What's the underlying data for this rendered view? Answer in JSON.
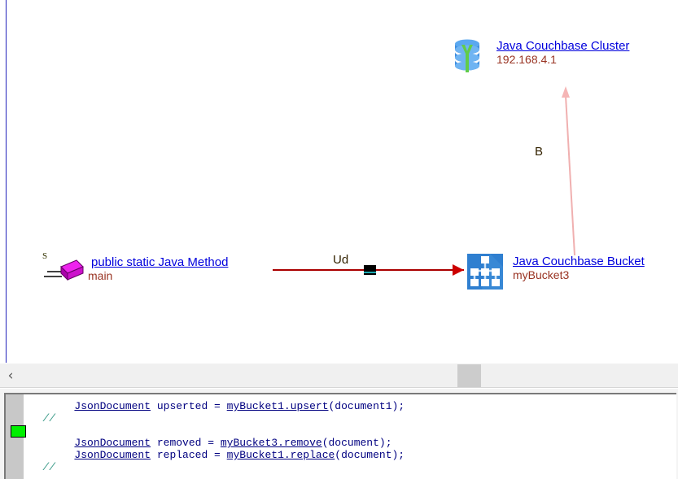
{
  "diagram": {
    "nodes": [
      {
        "id": "cluster",
        "icon": "database-cluster-icon",
        "title": "Java Couchbase Cluster",
        "subtitle": "192.168.4.1"
      },
      {
        "id": "bucket",
        "icon": "hierarchy-bucket-icon",
        "title": "Java Couchbase Bucket",
        "subtitle": "myBucket3"
      },
      {
        "id": "method",
        "icon": "static-method-block-icon",
        "badge": "S",
        "title": " public static Java Method",
        "subtitle": "main"
      }
    ],
    "edges": [
      {
        "id": "ud",
        "label": "Ud",
        "from": "method",
        "to": "bucket",
        "color": "#aa0000"
      },
      {
        "id": "b",
        "label": "B",
        "from": "bucket",
        "to": "cluster",
        "color": "#f0b0b0"
      }
    ],
    "colors": {
      "link_text": "#0000dd",
      "subtitle_text": "#993322",
      "edge_ud": "#aa0000",
      "edge_b": "#f0b0b0",
      "canvas_rule": "#2222bb"
    }
  },
  "scrollbar": {
    "left_arrow_glyph": "‹",
    "orientation": "horizontal"
  },
  "editor": {
    "breakpoint_color": "#00f000",
    "lines": [
      {
        "n": 1,
        "segments": [
          {
            "t": "        ",
            "style": "plain"
          },
          {
            "t": "JsonDocument",
            "style": "u"
          },
          {
            "t": " upserted = ",
            "style": "plain"
          },
          {
            "t": "myBucket1.upsert",
            "style": "u"
          },
          {
            "t": "(document1);",
            "style": "plain"
          }
        ]
      },
      {
        "n": 2,
        "segments": [
          {
            "t": "   ",
            "style": "plain"
          },
          {
            "t": "//",
            "style": "cmt"
          }
        ]
      },
      {
        "n": 3,
        "segments": []
      },
      {
        "n": 4,
        "segments": [
          {
            "t": "        ",
            "style": "plain"
          },
          {
            "t": "JsonDocument",
            "style": "u"
          },
          {
            "t": " removed = ",
            "style": "plain"
          },
          {
            "t": "myBucket3.remove",
            "style": "u"
          },
          {
            "t": "(document);",
            "style": "plain"
          }
        ]
      },
      {
        "n": 5,
        "segments": [
          {
            "t": "        ",
            "style": "plain"
          },
          {
            "t": "JsonDocument",
            "style": "u"
          },
          {
            "t": " replaced = ",
            "style": "plain"
          },
          {
            "t": "myBucket1.replace",
            "style": "u"
          },
          {
            "t": "(document);",
            "style": "plain"
          }
        ]
      },
      {
        "n": 6,
        "segments": [
          {
            "t": "   ",
            "style": "plain"
          },
          {
            "t": "//",
            "style": "cmt"
          }
        ]
      },
      {
        "n": 7,
        "segments": []
      },
      {
        "n": 8,
        "segments": [
          {
            "t": "    }",
            "style": "plain"
          }
        ]
      }
    ]
  }
}
